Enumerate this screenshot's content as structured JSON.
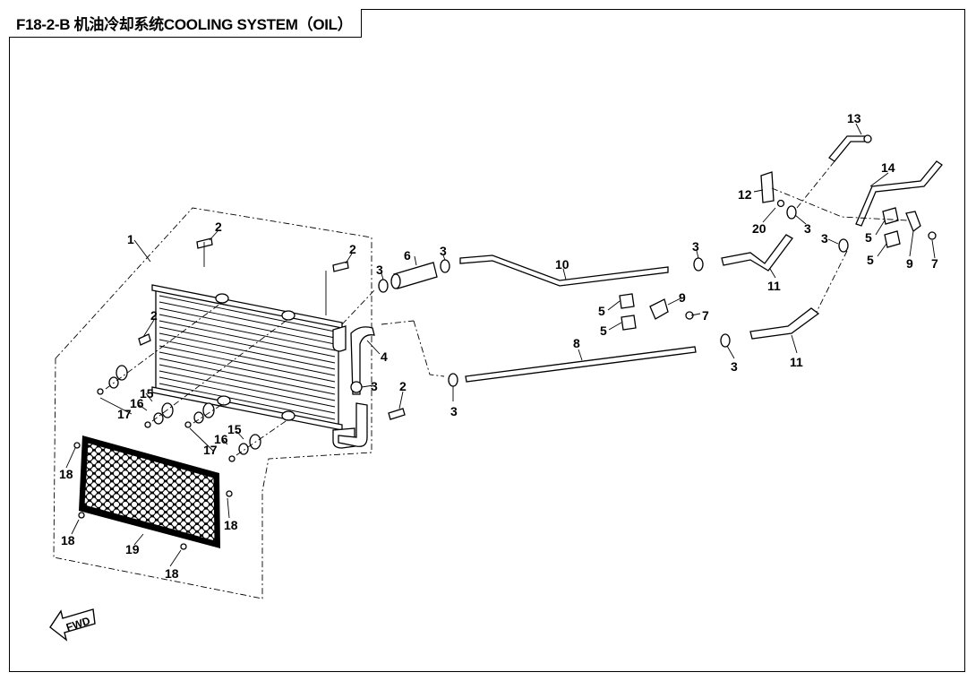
{
  "title": "F18-2-B 机油冷却系统COOLING SYSTEM（OIL）",
  "fwd_label": "FWD",
  "callouts": {
    "c1": "1",
    "c2a": "2",
    "c2b": "2",
    "c2c": "2",
    "c2d": "2",
    "c3a": "3",
    "c3b": "3",
    "c3c": "3",
    "c3d": "3",
    "c3e": "3",
    "c3f": "3",
    "c3g": "3",
    "c3h": "3",
    "c4": "4",
    "c5a": "5",
    "c5b": "5",
    "c5c": "5",
    "c5d": "5",
    "c6": "6",
    "c7a": "7",
    "c7b": "7",
    "c8": "8",
    "c9a": "9",
    "c9b": "9",
    "c10": "10",
    "c11a": "11",
    "c11b": "11",
    "c12": "12",
    "c13": "13",
    "c14": "14",
    "c15a": "15",
    "c15b": "15",
    "c16a": "16",
    "c16b": "16",
    "c17a": "17",
    "c17b": "17",
    "c18a": "18",
    "c18b": "18",
    "c18c": "18",
    "c18d": "18",
    "c19": "19",
    "c20": "20"
  }
}
